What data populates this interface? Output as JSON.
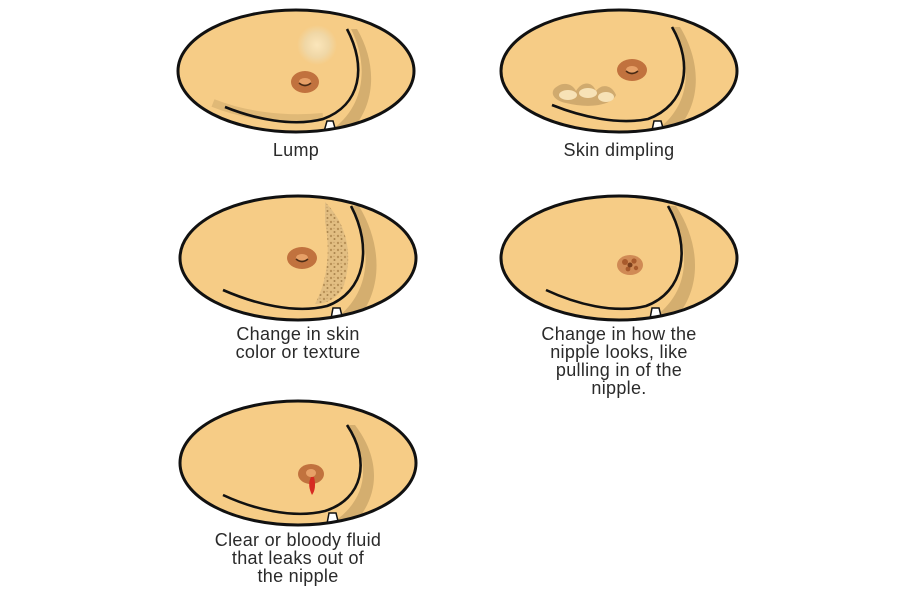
{
  "colors": {
    "skin": "#f6cc86",
    "outline": "#111111",
    "shadow": "#b8955c",
    "nipple": "#c1723e",
    "blood": "#d62a22"
  },
  "panels": [
    {
      "id": "lump",
      "caption": [
        "Lump"
      ],
      "variant": "lump"
    },
    {
      "id": "skin-dimpling",
      "caption": [
        "Skin dimpling"
      ],
      "variant": "dimpling"
    },
    {
      "id": "skin-color",
      "caption": [
        "Change in skin",
        "color or texture"
      ],
      "variant": "texture"
    },
    {
      "id": "nipple-change",
      "caption": [
        "Change in how the",
        "nipple looks, like",
        "pulling in of the",
        "nipple."
      ],
      "variant": "inverted"
    },
    {
      "id": "fluid",
      "caption": [
        "Clear or bloody fluid",
        "that leaks out of",
        "the nipple"
      ],
      "variant": "fluid"
    }
  ]
}
